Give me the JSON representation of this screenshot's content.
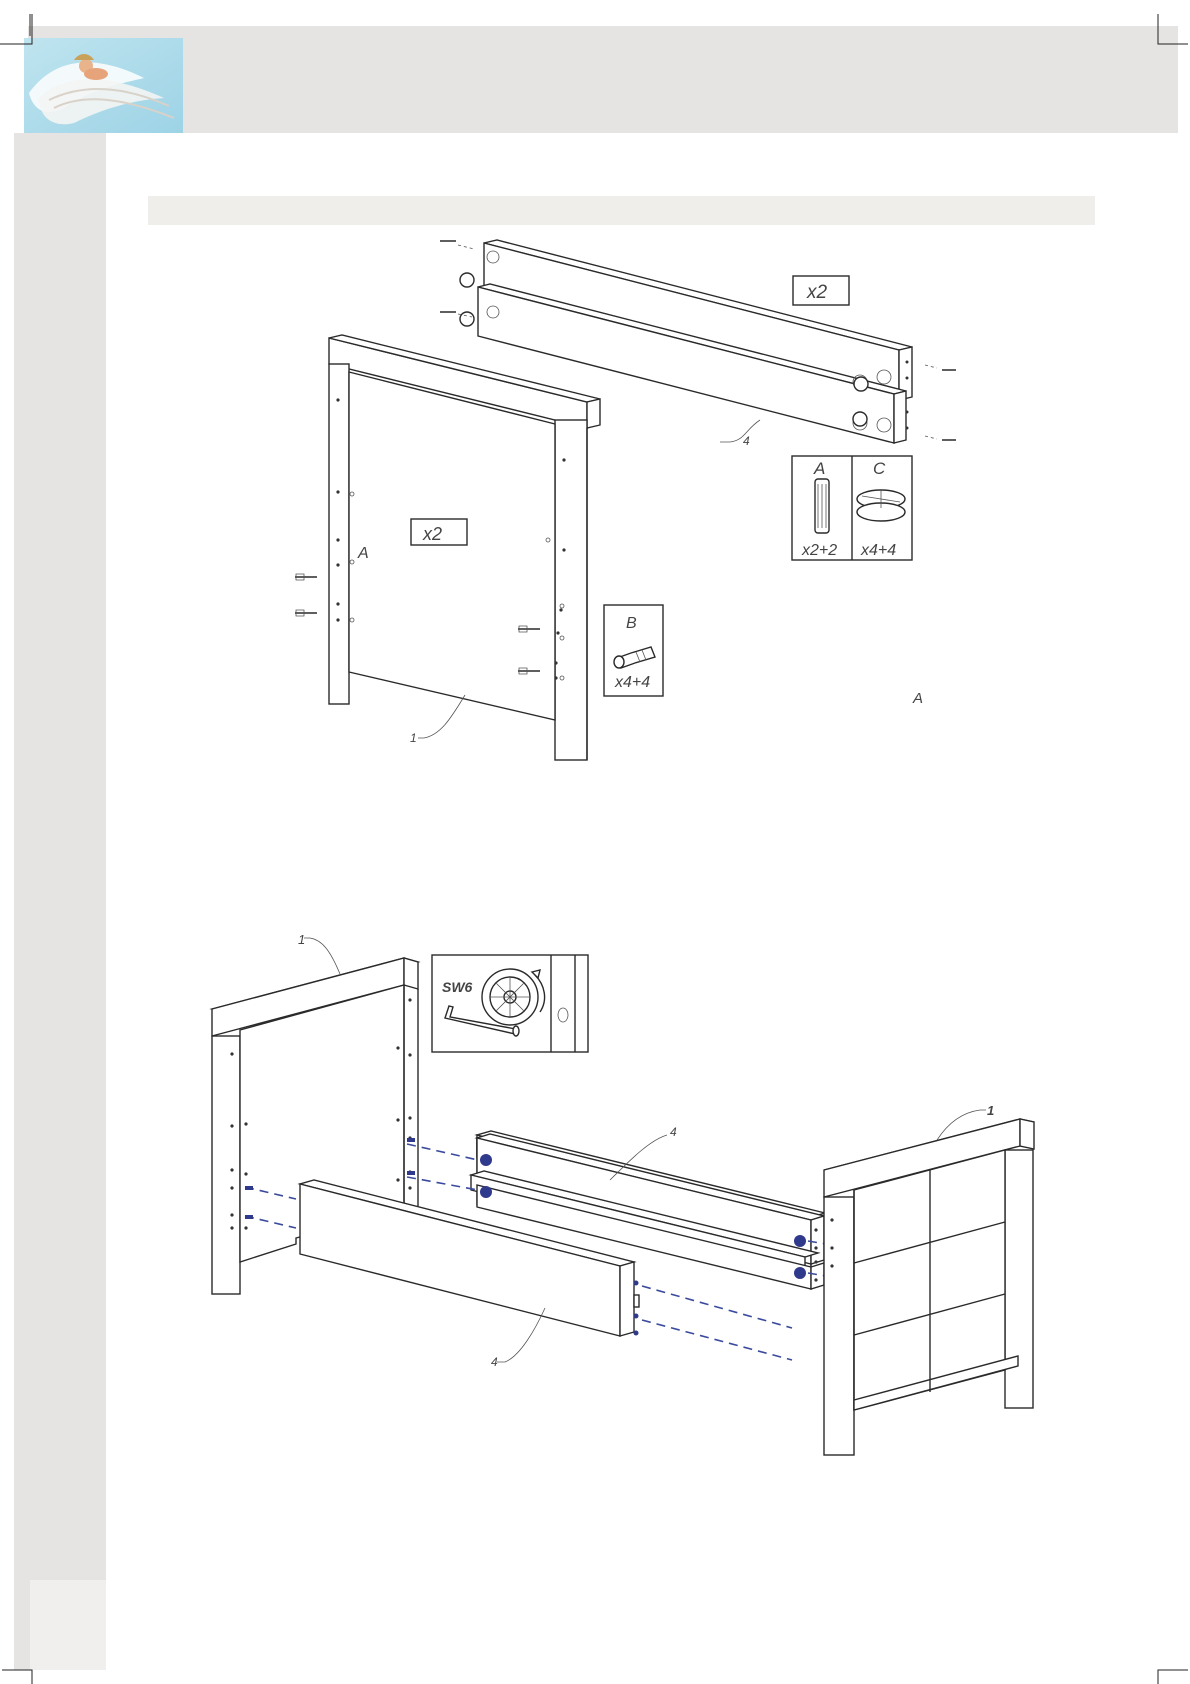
{
  "step1": {
    "rail_qty": "x2",
    "panel_qty": "x2",
    "rail_part": "4",
    "panel_part": "1",
    "panel_label_a": "A",
    "stray_label_a": "A"
  },
  "hardware": {
    "a": {
      "label": "A",
      "qty": "x2+2"
    },
    "c": {
      "label": "C",
      "qty": "x4+4"
    },
    "b": {
      "label": "B",
      "qty": "x4+4"
    }
  },
  "step2": {
    "tool": "SW6",
    "left_end_part": "1",
    "right_end_part": "1",
    "upper_rail_part": "4",
    "lower_rail_part": "4"
  },
  "colors": {
    "band": "#e5e4e2",
    "dowel": "#2f3a8c"
  },
  "icons": [
    "angel-logo-icon",
    "hex-key-icon",
    "cam-lock-icon",
    "dowel-icon",
    "bolt-icon"
  ]
}
